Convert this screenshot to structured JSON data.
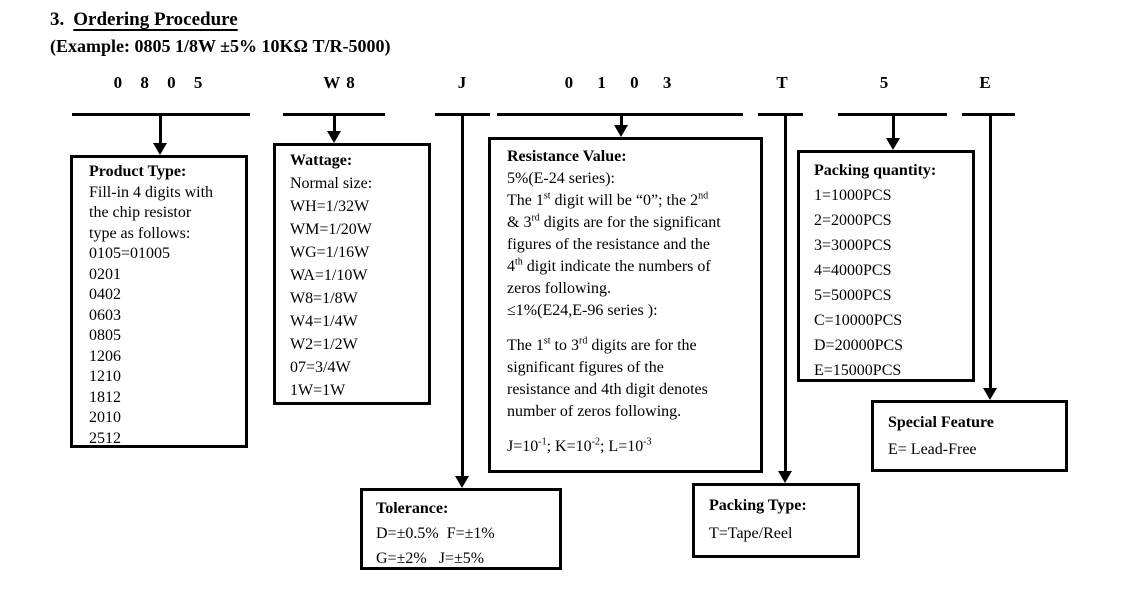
{
  "colors": {
    "ink": "#000000",
    "background": "#ffffff"
  },
  "header": {
    "number": "3.",
    "title": "Ordering Procedure",
    "example": "(Example: 0805 1/8W ±5% 10KΩ T/R-5000)"
  },
  "codes": [
    {
      "id": "product-type",
      "text": "0 8 0 5"
    },
    {
      "id": "wattage",
      "text": "W 8"
    },
    {
      "id": "tolerance",
      "text": "J"
    },
    {
      "id": "resistance-value",
      "text": "0 1 0 3"
    },
    {
      "id": "packing-type",
      "text": "T"
    },
    {
      "id": "packing-quantity",
      "text": "5"
    },
    {
      "id": "special-feature",
      "text": "E"
    }
  ],
  "boxes": {
    "product_type": {
      "title": "Product Type:",
      "lines": [
        "Fill-in 4 digits with",
        "the chip resistor",
        "type as follows:",
        "0105=01005",
        "0201",
        "0402",
        "0603",
        "0805",
        "1206",
        "1210",
        "1812",
        "2010",
        "2512"
      ]
    },
    "wattage": {
      "title": "Wattage:",
      "lines": [
        "Normal size:",
        "WH=1/32W",
        "WM=1/20W",
        "WG=1/16W",
        "WA=1/10W",
        "W8=1/8W",
        "W4=1/4W",
        "W2=1/2W",
        "07=3/4W",
        "1W=1W"
      ]
    },
    "resistance_value": {
      "title": "Resistance Value:",
      "lines": [
        "5%(E-24 series):",
        "The 1^{st} digit will be “0”; the 2^{nd}",
        "& 3^{rd} digits are for the significant",
        "figures of the resistance and the",
        "4^{th} digit indicate the numbers of",
        "zeros following.",
        "≤1%(E24,E-96 series ):",
        "",
        "The 1^{st} to 3^{rd} digits are for the",
        "significant figures of the",
        "resistance and 4th digit denotes",
        "number of zeros following.",
        "",
        "J=10^{-1}; K=10^{-2}; L=10^{-3}"
      ]
    },
    "packing_quantity": {
      "title": "Packing quantity:",
      "lines": [
        "1=1000PCS",
        "2=2000PCS",
        "3=3000PCS",
        "4=4000PCS",
        "5=5000PCS",
        "C=10000PCS",
        "D=20000PCS",
        "E=15000PCS"
      ]
    },
    "special_feature": {
      "title": "Special Feature",
      "lines": [
        "E= Lead-Free"
      ]
    },
    "tolerance": {
      "title": "Tolerance:",
      "lines": [
        "D=±0.5%  F=±1%",
        "G=±2%   J=±5%"
      ]
    },
    "packing_type": {
      "title": "Packing Type:",
      "lines": [
        "T=Tape/Reel"
      ]
    }
  }
}
